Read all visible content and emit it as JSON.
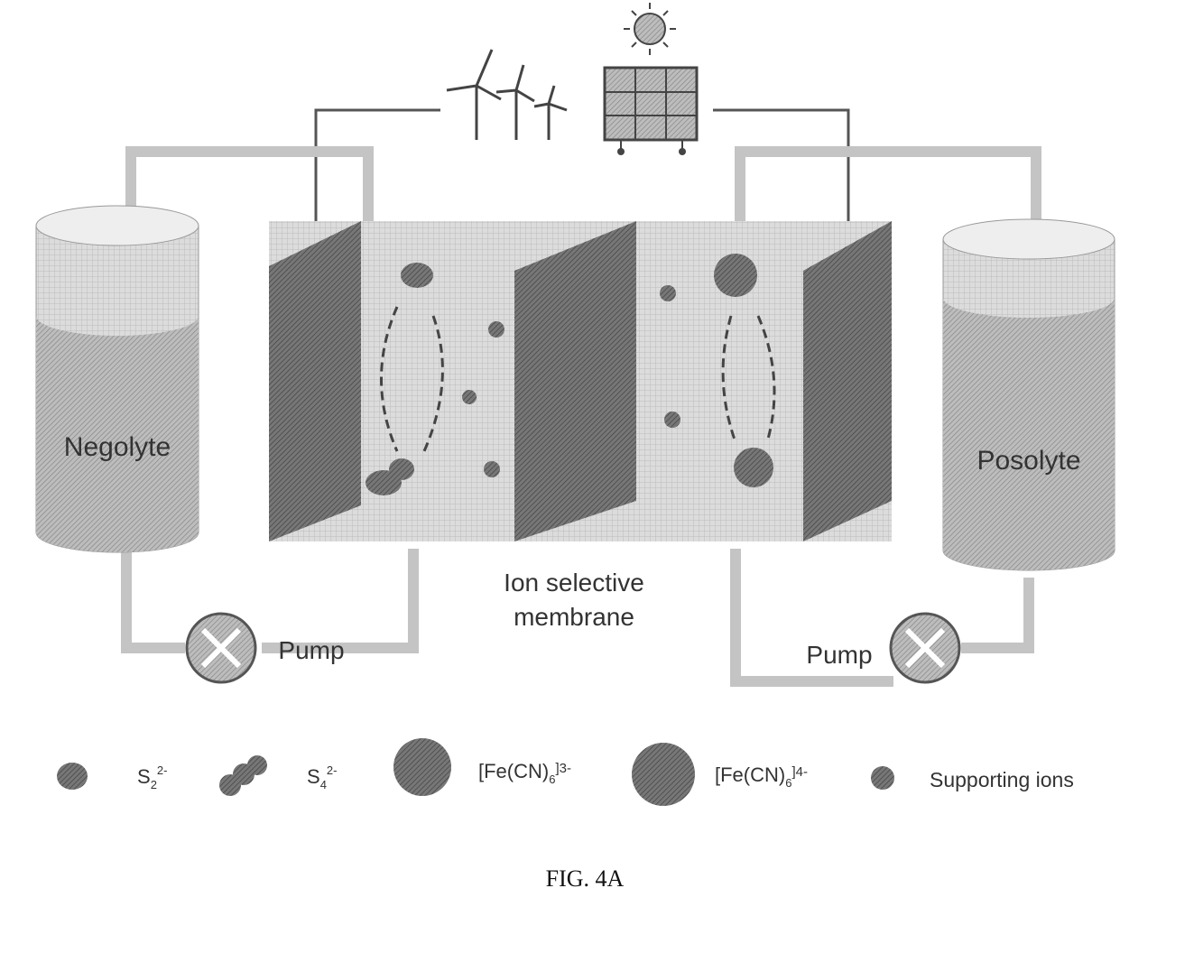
{
  "tanks": {
    "negolyte": "Negolyte",
    "posolyte": "Posolyte"
  },
  "pumps": {
    "left": "Pump",
    "right": "Pump"
  },
  "membrane": {
    "line1": "Ion selective",
    "line2": "membrane"
  },
  "legend": [
    {
      "label": "S",
      "sub": "2",
      "sup": "2-"
    },
    {
      "label": "S",
      "sub": "4",
      "sup": "2-"
    },
    {
      "label": "[Fe(CN)",
      "sub": "6",
      "sup": "]3-"
    },
    {
      "label": "[Fe(CN)",
      "sub": "6",
      "sup": "]4-"
    },
    {
      "label": "Supporting ions"
    }
  ],
  "caption": "FIG. 4A",
  "colors": {
    "fill": "#a8a8a8",
    "dark": "#555555",
    "light": "#d8d8d8"
  }
}
